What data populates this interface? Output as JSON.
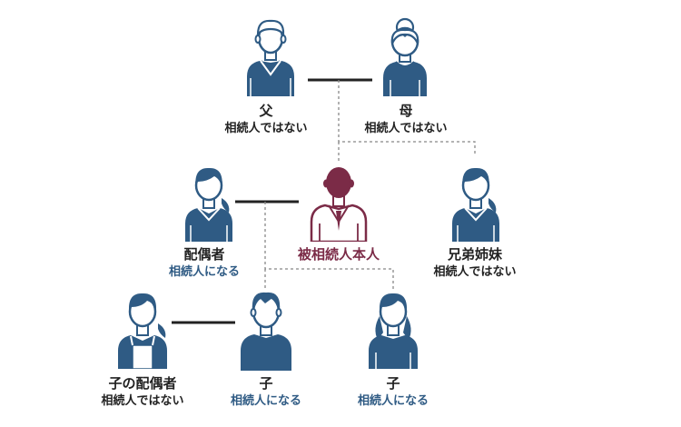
{
  "colors": {
    "primary": "#2f5b84",
    "deceased": "#7b2b47",
    "text": "#222222",
    "heir": "#2f5b84",
    "line_solid": "#222222",
    "line_dashed": "#888888"
  },
  "people": {
    "father": {
      "name": "父",
      "status": "相続人ではない",
      "icon": "man-icon"
    },
    "mother": {
      "name": "母",
      "status": "相続人ではない",
      "icon": "elderly-woman-icon"
    },
    "spouse": {
      "name": "配偶者",
      "status": "相続人になる",
      "icon": "woman-icon"
    },
    "deceased": {
      "name": "被相続人本人",
      "status": "",
      "icon": "man-suit-icon"
    },
    "siblings": {
      "name": "兄弟姉妹",
      "status": "相続人ではない",
      "icon": "woman-icon"
    },
    "child_spouse": {
      "name": "子の配偶者",
      "status": "相続人ではない",
      "icon": "woman-apron-icon"
    },
    "child_boy": {
      "name": "子",
      "status": "相続人になる",
      "icon": "boy-icon"
    },
    "child_girl": {
      "name": "子",
      "status": "相続人になる",
      "icon": "girl-icon"
    }
  }
}
